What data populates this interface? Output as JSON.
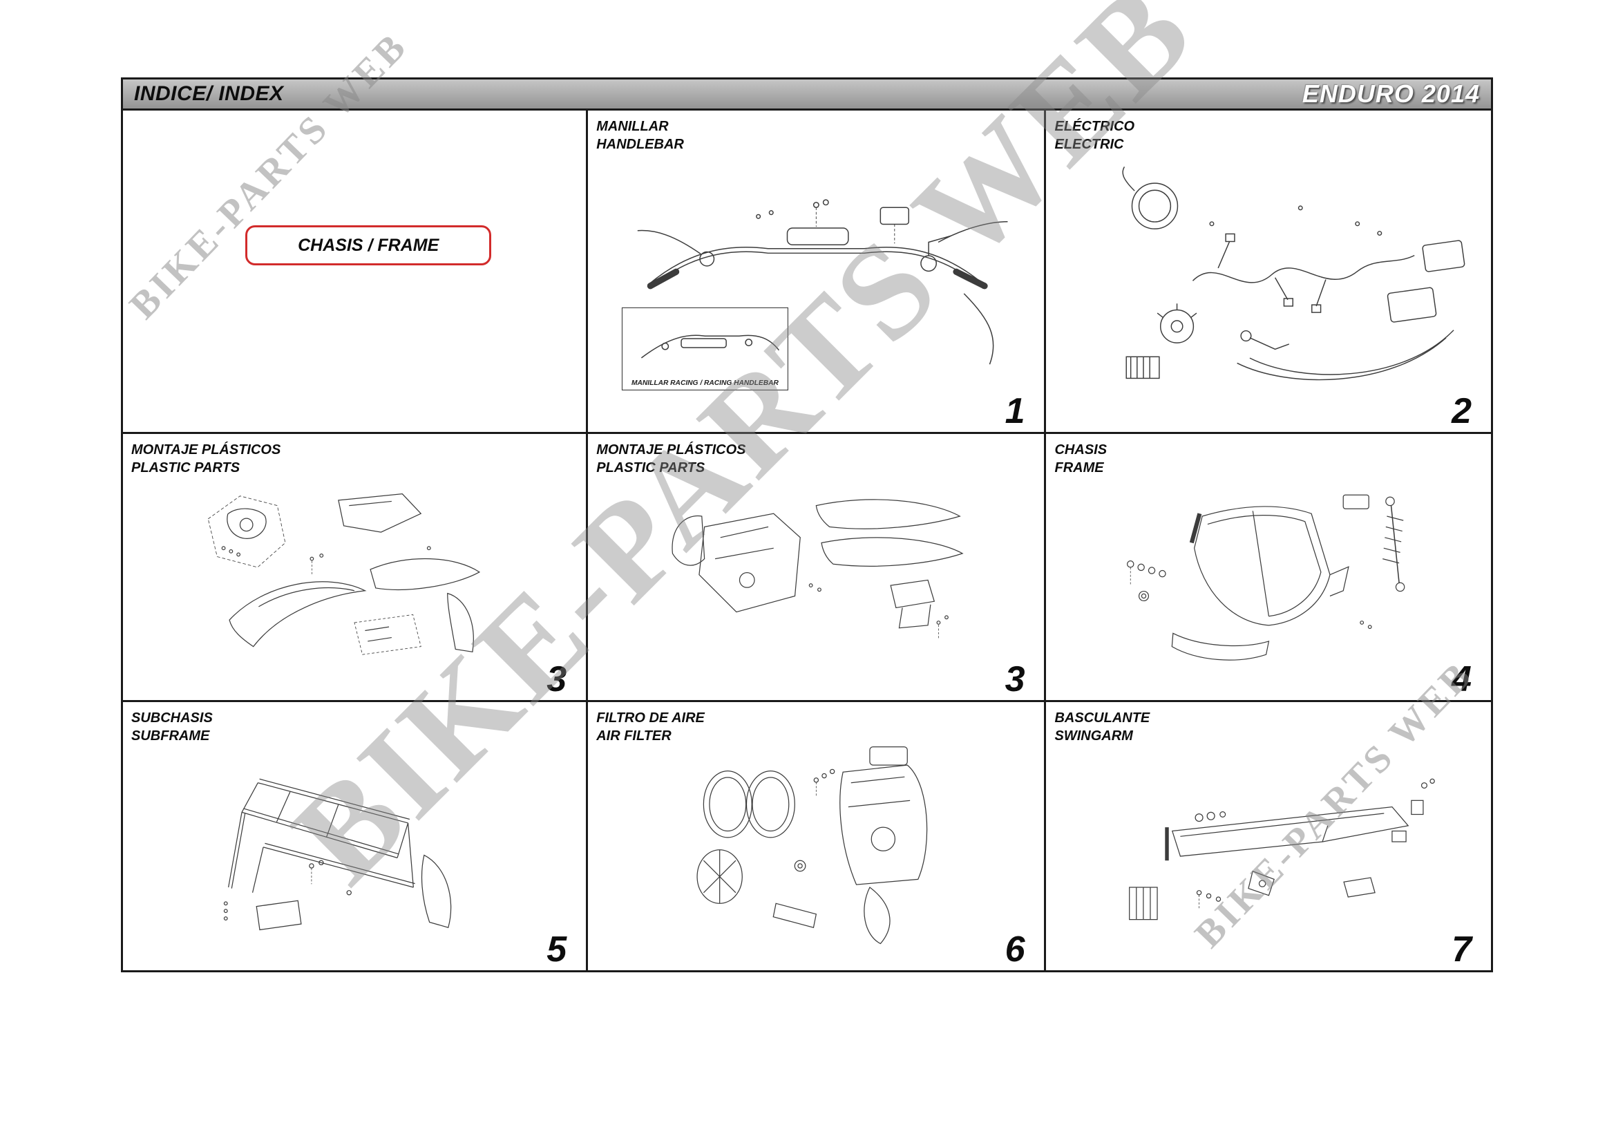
{
  "header": {
    "index_title": "INDICE/ INDEX",
    "model_title": "ENDURO 2014"
  },
  "watermark": {
    "text": "BIKE-PARTS WEB"
  },
  "index_box": {
    "label": "CHASIS / FRAME"
  },
  "cells": [
    {
      "title_es": "",
      "title_en": "",
      "number": ""
    },
    {
      "title_es": "MANILLAR",
      "title_en": "HANDLEBAR",
      "number": "1",
      "caption": "MANILLAR RACING / RACING HANDLEBAR"
    },
    {
      "title_es": "ELÉCTRICO",
      "title_en": "ELECTRIC",
      "number": "2"
    },
    {
      "title_es": "MONTAJE PLÁSTICOS",
      "title_en": "PLASTIC PARTS",
      "number": "3"
    },
    {
      "title_es": "MONTAJE PLÁSTICOS",
      "title_en": "PLASTIC PARTS",
      "number": "3"
    },
    {
      "title_es": "CHASIS",
      "title_en": "FRAME",
      "number": "4"
    },
    {
      "title_es": "SUBCHASIS",
      "title_en": "SUBFRAME",
      "number": "5"
    },
    {
      "title_es": "FILTRO DE AIRE",
      "title_en": "AIR FILTER",
      "number": "6"
    },
    {
      "title_es": "BASCULANTE",
      "title_en": "SWINGARM",
      "number": "7"
    }
  ],
  "colors": {
    "accent_red": "#d22b2b",
    "header_gray": "#a8a8a8",
    "watermark_gray": "#878787"
  }
}
